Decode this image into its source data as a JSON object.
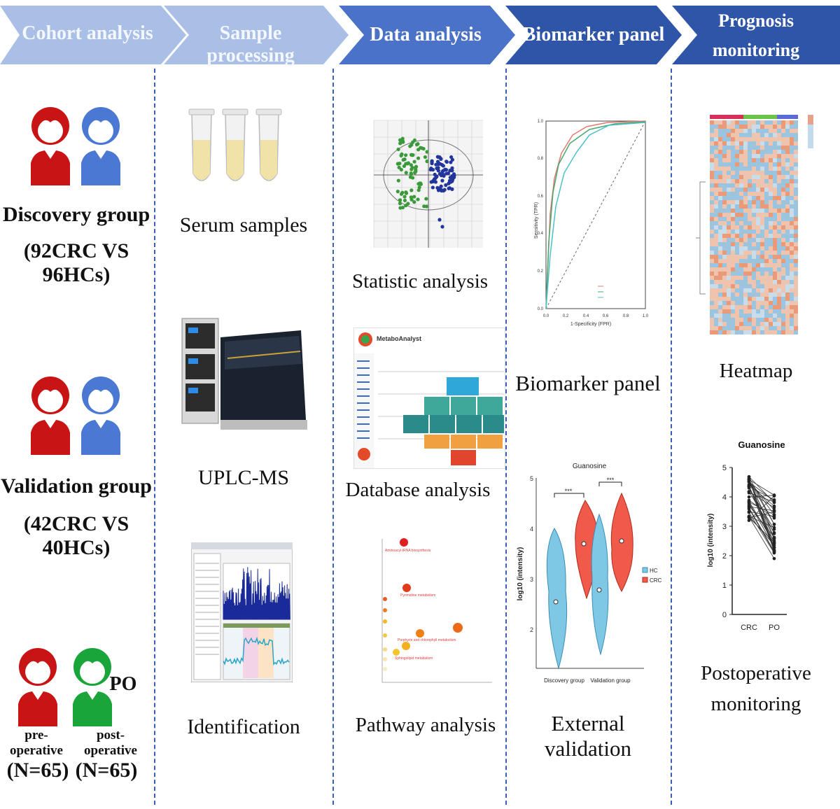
{
  "stages": [
    {
      "title": "Cohort analysis"
    },
    {
      "title": "Sample processing"
    },
    {
      "title": "Data analysis"
    },
    {
      "title": "Biomarker panel"
    },
    {
      "title": "Prognosis monitoring",
      "title_line1": "Prognosis",
      "title_line2": "monitoring"
    }
  ],
  "colors": {
    "arrow_light": "#a9bfe6",
    "arrow_mid": "#4a72c8",
    "arrow_dark": "#2f55a8",
    "divider": "#3b5fb5",
    "red": "#c81414",
    "blue": "#4a78d2",
    "green": "#1aa53a"
  },
  "cohort": {
    "discovery": {
      "line1": "Discovery group",
      "line2": "(92CRC VS 96HCs)"
    },
    "validation": {
      "line1": "Validation group",
      "line2": "(42CRC VS 40HCs)"
    },
    "prognosis": {
      "po_tag": "PO",
      "pre_label": "pre-operative",
      "post_label": "post-operative",
      "pre_n": "(N=65)",
      "post_n": "(N=65)"
    }
  },
  "sample": {
    "serum": "Serum samples",
    "uplc": "UPLC-MS",
    "identification": "Identification"
  },
  "analysis": {
    "statistic": "Statistic analysis",
    "database": "Database analysis",
    "database_brand": "MetaboAnalyst",
    "pathway": "Pathway analysis"
  },
  "biomarker": {
    "panel": "Biomarker panel",
    "roc_xlabel": "1-Specificity (FPR)",
    "roc_ylabel": "Sensitivity (TPR)",
    "violin_title": "Guanosine",
    "violin_ylabel": "log10 (intensity)",
    "violin_groups": [
      "Discovery group",
      "Validation group"
    ],
    "legend_hc": "HC",
    "legend_crc": "CRC",
    "sig": "***",
    "external": "External validation"
  },
  "prognosis": {
    "heatmap": "Heatmap",
    "chart_title": "Guanosine",
    "ylabel": "log10 (intensity)",
    "x_labels": [
      "CRC",
      "PO"
    ],
    "y_ticks": [
      "0",
      "1",
      "2",
      "3",
      "4",
      "5"
    ],
    "post_line1": "Postoperative",
    "post_line2": "monitoring"
  },
  "chart_data": [
    {
      "type": "line",
      "title": "Guanosine",
      "ylabel": "log10 (intensity)",
      "categories": [
        "CRC",
        "PO"
      ],
      "ylim": [
        0,
        5
      ]
    }
  ]
}
